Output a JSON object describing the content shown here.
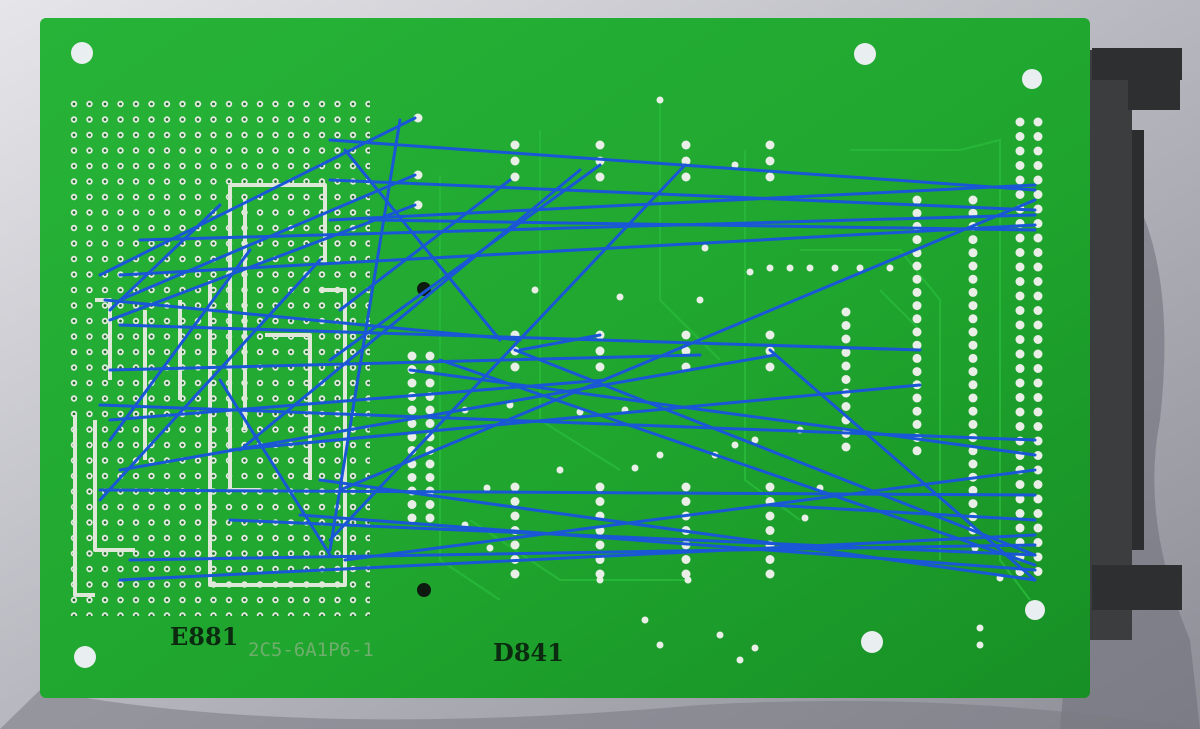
{
  "board": {
    "label_left": "E881",
    "label_right": "D841",
    "label_faint": "2C5-6A1P6-1"
  },
  "colors": {
    "background": "#cfcfd4",
    "pcb_green": "#1fa52e",
    "wire_blue": "#1a57d6",
    "solder": "#e9eee6",
    "connector": "#3b3d3f"
  }
}
